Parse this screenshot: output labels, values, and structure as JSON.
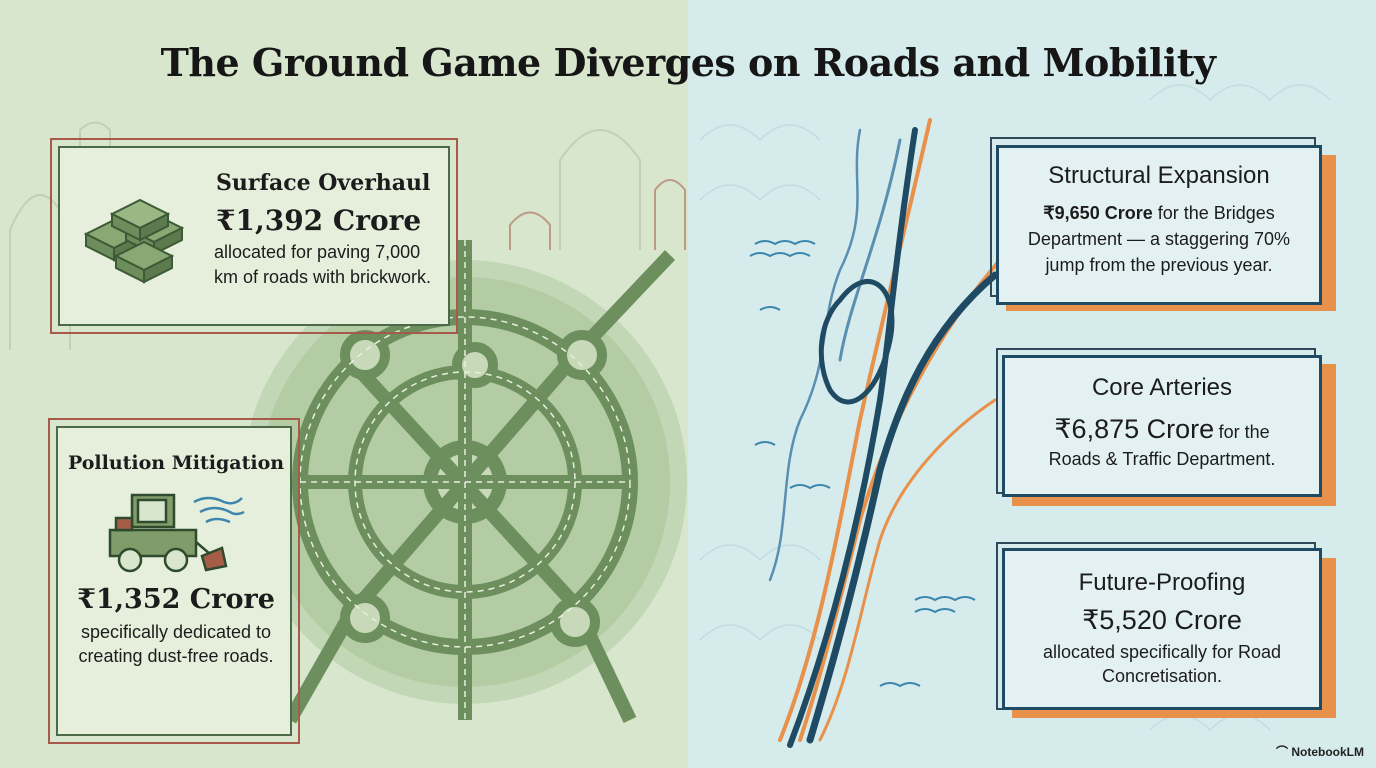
{
  "title": "The Ground Game Diverges on Roads and Mobility",
  "left": {
    "surface": {
      "title": "Surface Overhaul",
      "amount": "₹1,392 Crore",
      "text": "allocated for paving 7,000 km of roads with brickwork."
    },
    "pollution": {
      "title": "Pollution Mitigation",
      "amount": "₹1,352 Crore",
      "text": "specifically dedicated to creating dust-free roads."
    }
  },
  "right": {
    "structural": {
      "title": "Structural Expansion",
      "amount": "₹9,650 Crore",
      "text": "for the Bridges Department — a staggering 70% jump from the previous year."
    },
    "core": {
      "title": "Core Arteries",
      "amount": "₹6,875 Crore",
      "text_inline": "for the",
      "text": "Roads & Traffic Department."
    },
    "future": {
      "title": "Future-Proofing",
      "amount": "₹5,520 Crore",
      "text": "allocated specifically for Road Concretisation."
    }
  },
  "brand": "NotebookLM",
  "colors": {
    "left_bg": "#d7e6cd",
    "right_bg": "#d6ebec",
    "road_green": "#6d8f5e",
    "accent_orange": "#e8914a",
    "navy": "#1f4a63"
  }
}
